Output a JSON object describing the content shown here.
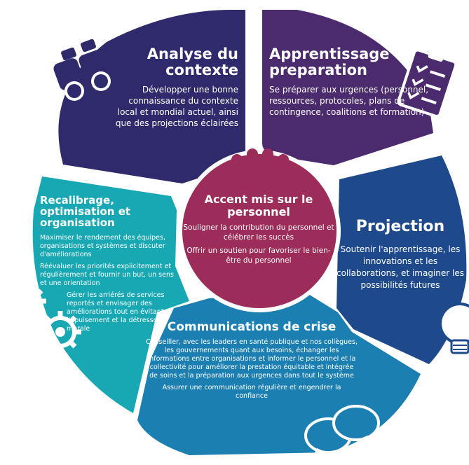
{
  "colors": {
    "analyse": "#2e2a6b",
    "apprentissage": "#4b2a6e",
    "accent": "#9c2c5a",
    "projection": "#1e4a8c",
    "communications": "#1b7fb2",
    "recalibrage": "#17a8b4"
  },
  "segments": {
    "analyse": {
      "title": "Analyse du contexte",
      "body": [
        "Développer une bonne connaissance du contexte local et mondial actuel, ainsi que des projections éclairées"
      ],
      "icon": "binoculars-icon"
    },
    "apprentissage": {
      "title": "Apprentissage et preparation",
      "body": [
        "Se préparer aux urgences (personnel, ressources, protocoles, plans de contingence, coalitions et formation)"
      ],
      "icon": "clipboard-checklist-icon"
    },
    "accent": {
      "title": "Accent mis sur le personnel",
      "body": [
        "Souligner la contribution du personnel et célébrer les succès",
        "Offrir un soutien pour favoriser le bien-être du personnel"
      ],
      "icon": "people-icon"
    },
    "projection": {
      "title": "Projection",
      "body": [
        "Soutenir l'apprentissage, les innovations et les collaborations, et imaginer les possibilités futures"
      ],
      "icon": "lightbulb-icon"
    },
    "recalibrage": {
      "title": "Recalibrage, optimisation et organisation",
      "body": [
        "Maximiser le rendement des équipes, organisations et systèmes et discuter d'améliorations",
        "Réévaluer les priorités explicitement et régulièrement et fournir un but, un sens et une orientation",
        "Gérer les arriérés de services reportés et envisager des améliorations tout en évitant l'épuisement et la détresse morale"
      ],
      "icon": "gears-icon"
    },
    "communications": {
      "title": "Communications de crise",
      "body": [
        "Conseiller, avec les leaders en santé publique et nos collègues, les gouvernements quant aux besoins, échanger les informations entre organisations et informer le personnel et la collectivité pour améliorer la prestation équitable et intégrée de soins et la préparation aux urgences dans tout le système",
        "Assurer une communication régulière et engendrer la confiance"
      ],
      "icon": "speech-bubbles-icon"
    }
  }
}
